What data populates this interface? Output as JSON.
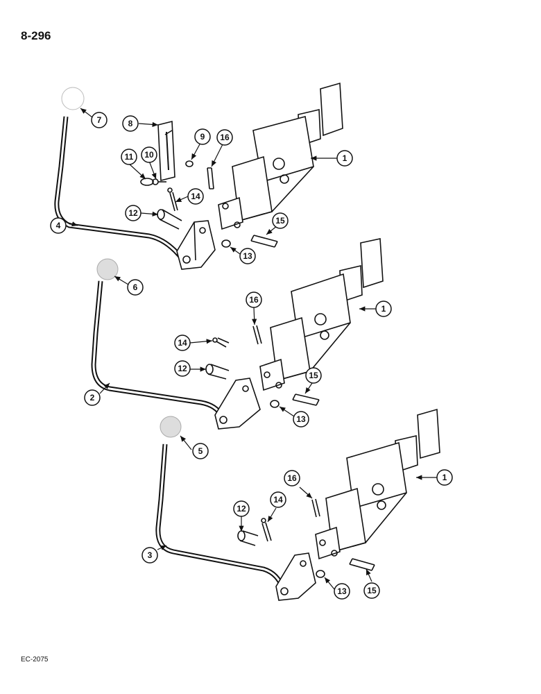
{
  "page": {
    "number": "8-296",
    "code": "EC-2075"
  },
  "callouts": {
    "a7": "7",
    "a8": "8",
    "a9": "9",
    "a16": "16",
    "a1": "1",
    "a11": "11",
    "a10": "10",
    "a14": "14",
    "a12": "12",
    "a15": "15",
    "a4": "4",
    "a13": "13",
    "b6": "6",
    "b1": "1",
    "b16": "16",
    "b14": "14",
    "b12": "12",
    "b15": "15",
    "b2": "2",
    "b13": "13",
    "c5": "5",
    "c1": "1",
    "c16": "16",
    "c12": "12",
    "c14": "14",
    "c3": "3",
    "c13": "13",
    "c15": "15"
  },
  "colors": {
    "ink": "#111111",
    "paper": "#ffffff"
  }
}
